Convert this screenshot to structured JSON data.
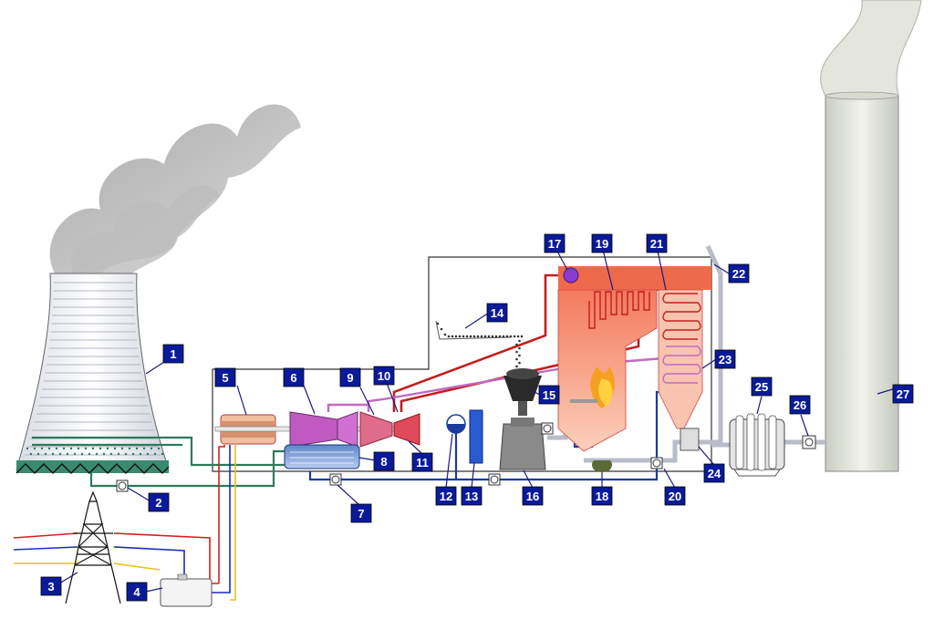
{
  "diagram": {
    "labels": [
      "1",
      "2",
      "3",
      "4",
      "5",
      "6",
      "7",
      "8",
      "9",
      "10",
      "11",
      "12",
      "13",
      "14",
      "15",
      "16",
      "17",
      "18",
      "19",
      "20",
      "21",
      "22",
      "23",
      "24",
      "25",
      "26",
      "27"
    ]
  },
  "colors": {
    "label_fill": "#0a1a9a",
    "water_pipe": "#1a3ca0",
    "steam_pipe": "#c41e1e",
    "reheat_pipe": "#c06ac0",
    "cooling_pipe": "#2e7a5a",
    "flue_duct": "#b8bcc8"
  }
}
